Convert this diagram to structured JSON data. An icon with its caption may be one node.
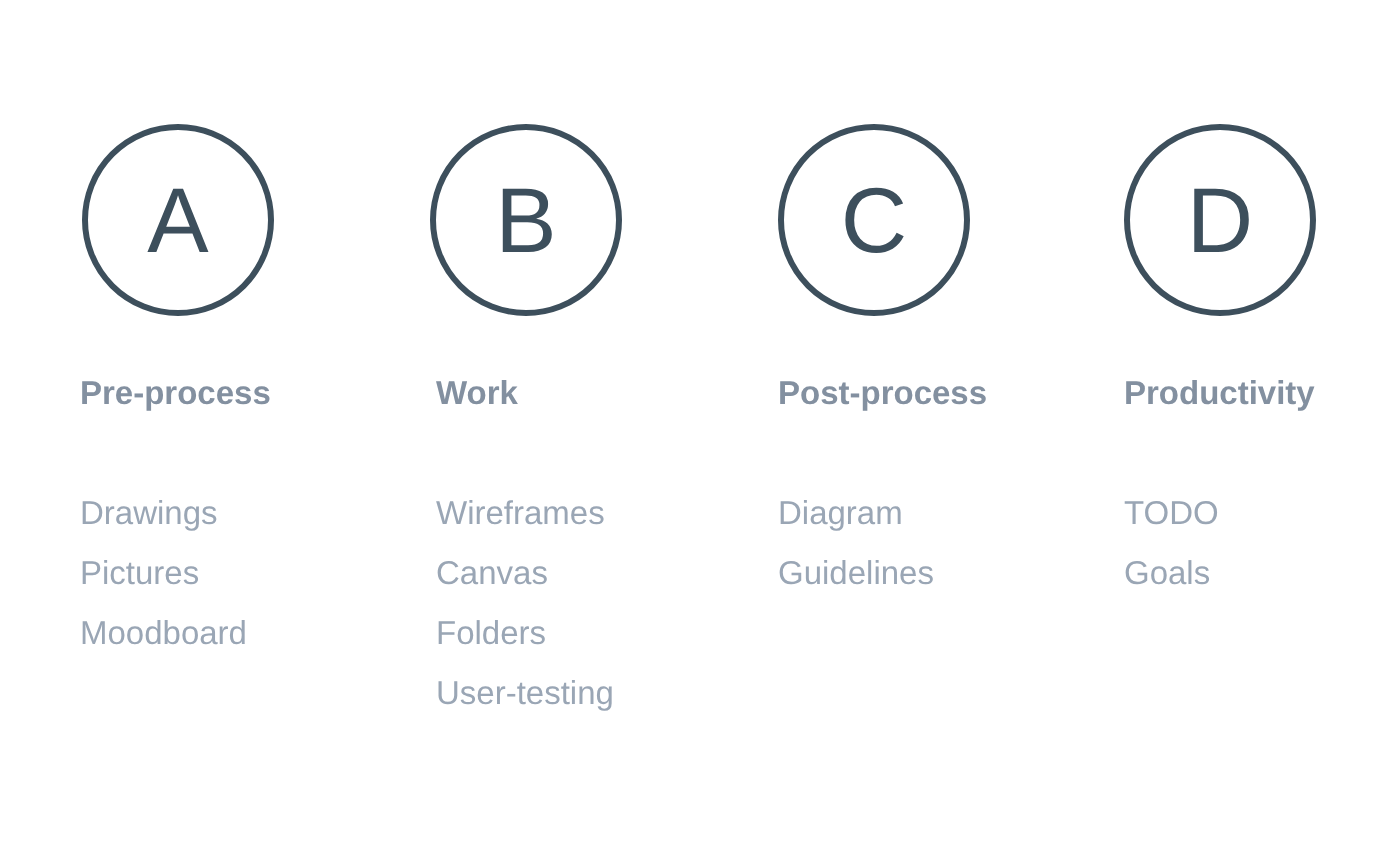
{
  "diagram": {
    "nodes": [
      {
        "text": [
          "A"
        ],
        "beside": [
          "Pre-process",
          "Drawings",
          "Pictures",
          "Moodboard"
        ]
      },
      {
        "text": [
          "B"
        ],
        "beside": [
          "Work",
          "Wireframes",
          "Canvas",
          "Folders",
          "User-testing"
        ]
      },
      {
        "text": [
          "C"
        ],
        "beside": [
          "Post-process",
          "Diagram",
          "Guidelines"
        ]
      },
      {
        "text": [
          "D"
        ],
        "beside": [
          "Productivity",
          "TODO",
          "Goals"
        ]
      }
    ]
  }
}
